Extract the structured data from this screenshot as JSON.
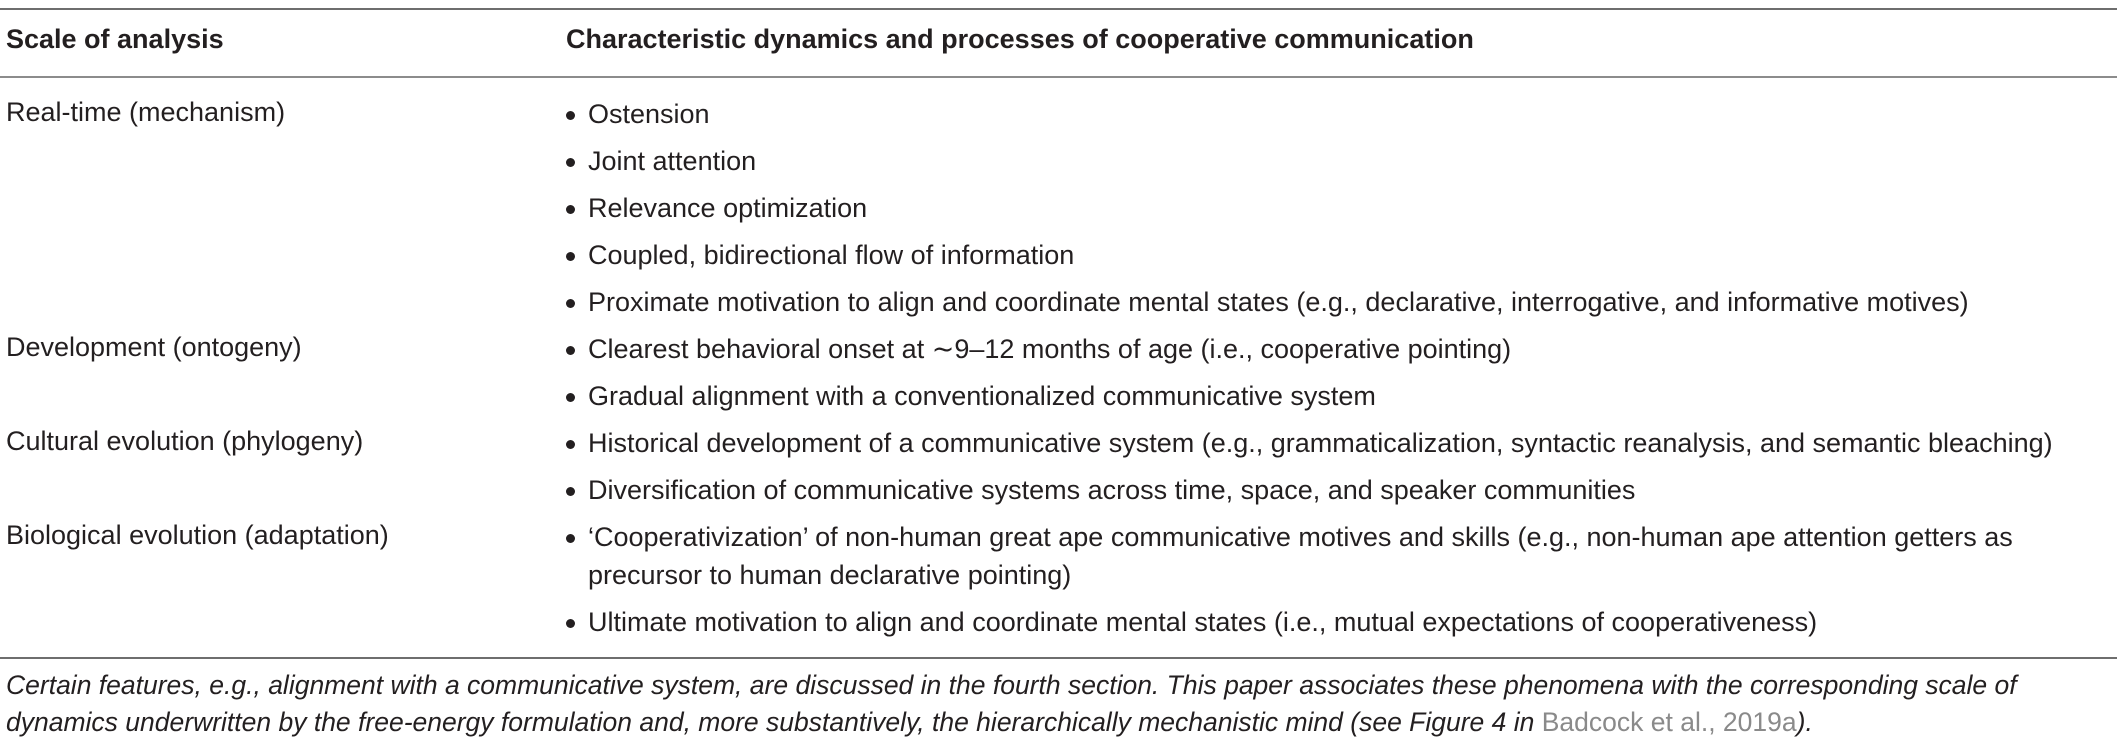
{
  "table": {
    "headers": [
      "Scale of analysis",
      "Characteristic dynamics and processes of cooperative communication"
    ],
    "rows": [
      {
        "scale": "Real-time (mechanism)",
        "items": [
          "Ostension",
          "Joint attention",
          "Relevance optimization",
          "Coupled, bidirectional flow of information",
          "Proximate motivation to align and coordinate mental states (e.g., declarative, interrogative, and informative motives)"
        ]
      },
      {
        "scale": "Development (ontogeny)",
        "items": [
          "Clearest behavioral onset at ∼9–12 months of age (i.e., cooperative pointing)",
          "Gradual alignment with a conventionalized communicative system"
        ]
      },
      {
        "scale": "Cultural evolution (phylogeny)",
        "items": [
          "Historical development of a communicative system (e.g., grammaticalization, syntactic reanalysis, and semantic bleaching)",
          "Diversification of communicative systems across time, space, and speaker communities"
        ]
      },
      {
        "scale": "Biological evolution (adaptation)",
        "items": [
          "‘Cooperativization’ of non-human great ape communicative motives and skills (e.g., non-human ape attention getters as precursor to human declarative pointing)",
          "Ultimate motivation to align and coordinate mental states (i.e., mutual expectations of cooperativeness)"
        ]
      }
    ]
  },
  "footnote": {
    "text_before": "Certain features, e.g., alignment with a communicative system, are discussed in the fourth section. This paper associates these phenomena with the corresponding scale of dynamics underwritten by the free-energy formulation and, more substantively, the hierarchically mechanistic mind (see Figure 4 in ",
    "citation": "Badcock et al., 2019a",
    "text_after": ")."
  }
}
